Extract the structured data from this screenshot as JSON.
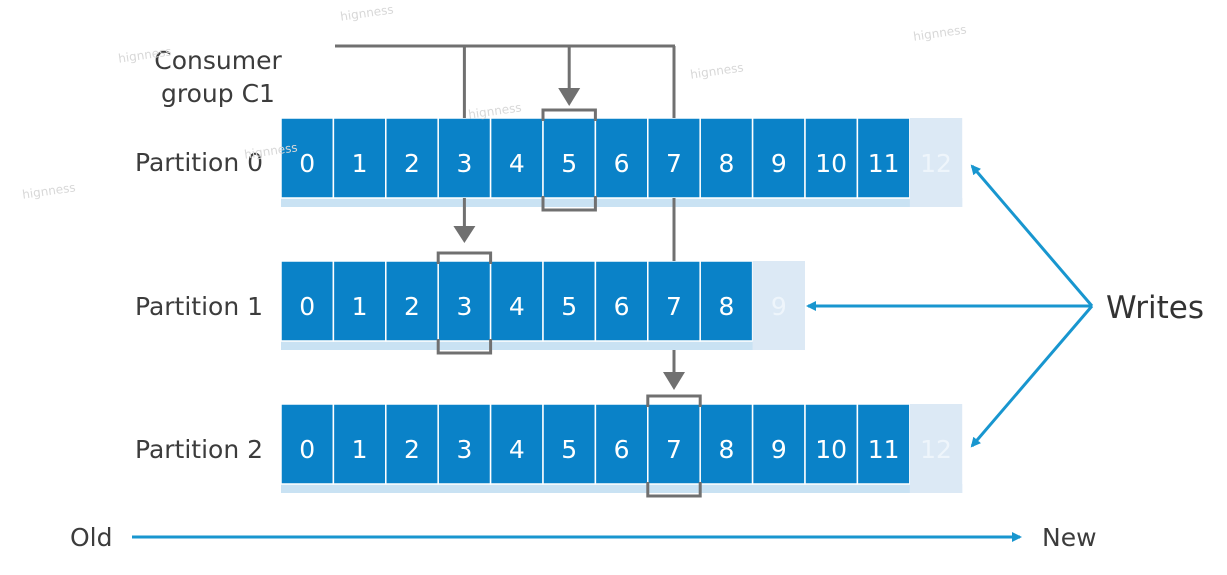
{
  "consumer_group": {
    "line1": "Consumer",
    "line2": "group C1"
  },
  "partitions": [
    {
      "label": "Partition 0",
      "offsets": [
        "0",
        "1",
        "2",
        "3",
        "4",
        "5",
        "6",
        "7",
        "8",
        "9",
        "10",
        "11"
      ],
      "next_write": "12",
      "consumer_position": "5"
    },
    {
      "label": "Partition 1",
      "offsets": [
        "0",
        "1",
        "2",
        "3",
        "4",
        "5",
        "6",
        "7",
        "8"
      ],
      "next_write": "9",
      "consumer_position": "3"
    },
    {
      "label": "Partition 2",
      "offsets": [
        "0",
        "1",
        "2",
        "3",
        "4",
        "5",
        "6",
        "7",
        "8",
        "9",
        "10",
        "11"
      ],
      "next_write": "12",
      "consumer_position": "7"
    }
  ],
  "writes_label": "Writes",
  "timeline": {
    "old": "Old",
    "new": "New"
  },
  "watermark": "hignness",
  "colors": {
    "cell": "#0a82c8",
    "cell_shadow": "#c9e2f3",
    "next_cell": "#dce9f5",
    "next_text": "#eef5fb",
    "arrow": "#1896cf",
    "bracket": "#707070"
  }
}
